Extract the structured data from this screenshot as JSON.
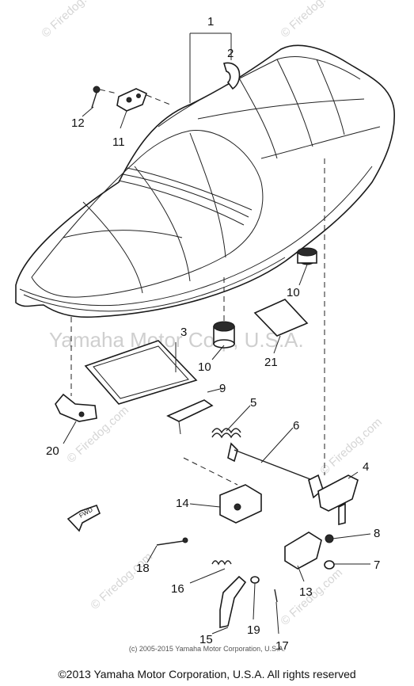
{
  "watermarks": {
    "firedog": "© Firedog.com",
    "center": "Yamaha Motor Corp, U.S.A."
  },
  "source_note": "(c) 2005-2015 Yamaha Motor Corporation, U.S.A.",
  "copyright": "©2013 Yamaha Motor Corporation, U.S.A. All rights reserved",
  "fwd_label": "FWD",
  "callouts": {
    "c1": "1",
    "c2": "2",
    "c3": "3",
    "c4": "4",
    "c5": "5",
    "c6": "6",
    "c7": "7",
    "c8": "8",
    "c9": "9",
    "c10a": "10",
    "c10b": "10",
    "c11": "11",
    "c12": "12",
    "c13": "13",
    "c14": "14",
    "c15": "15",
    "c16": "16",
    "c17": "17",
    "c18": "18",
    "c19": "19",
    "c20": "20",
    "c21": "21"
  }
}
